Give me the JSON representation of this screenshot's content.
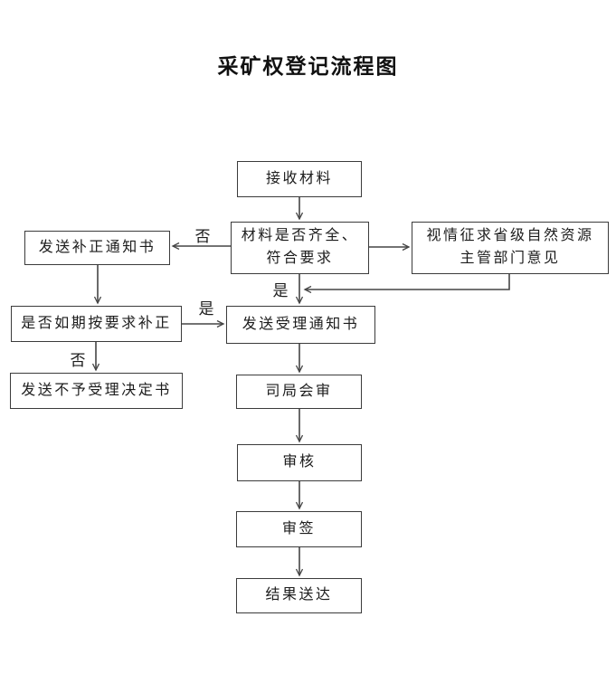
{
  "title": "采矿权登记流程图",
  "nodes": {
    "receive": {
      "label": "接收材料"
    },
    "decision": {
      "line1": "材料是否齐全、",
      "line2": "符合要求"
    },
    "consult": {
      "line1": "视情征求省级自然资源",
      "line2": "主管部门意见"
    },
    "supplement": {
      "label": "发送补正通知书"
    },
    "on_time": {
      "label": "是否如期按要求补正"
    },
    "reject": {
      "label": "发送不予受理决定书"
    },
    "accept": {
      "label": "发送受理通知书"
    },
    "joint_review": {
      "label": "司局会审"
    },
    "audit": {
      "label": "审核"
    },
    "sign": {
      "label": "审签"
    },
    "deliver": {
      "label": "结果送达"
    }
  },
  "edge_labels": {
    "no_incomplete": "否",
    "yes_complete": "是",
    "yes_on_time": "是",
    "no_not_on_time": "否"
  },
  "colors": {
    "background": "#ffffff",
    "line": "#454545",
    "border": "#3b3b3b",
    "text": "#1c1c1c"
  }
}
